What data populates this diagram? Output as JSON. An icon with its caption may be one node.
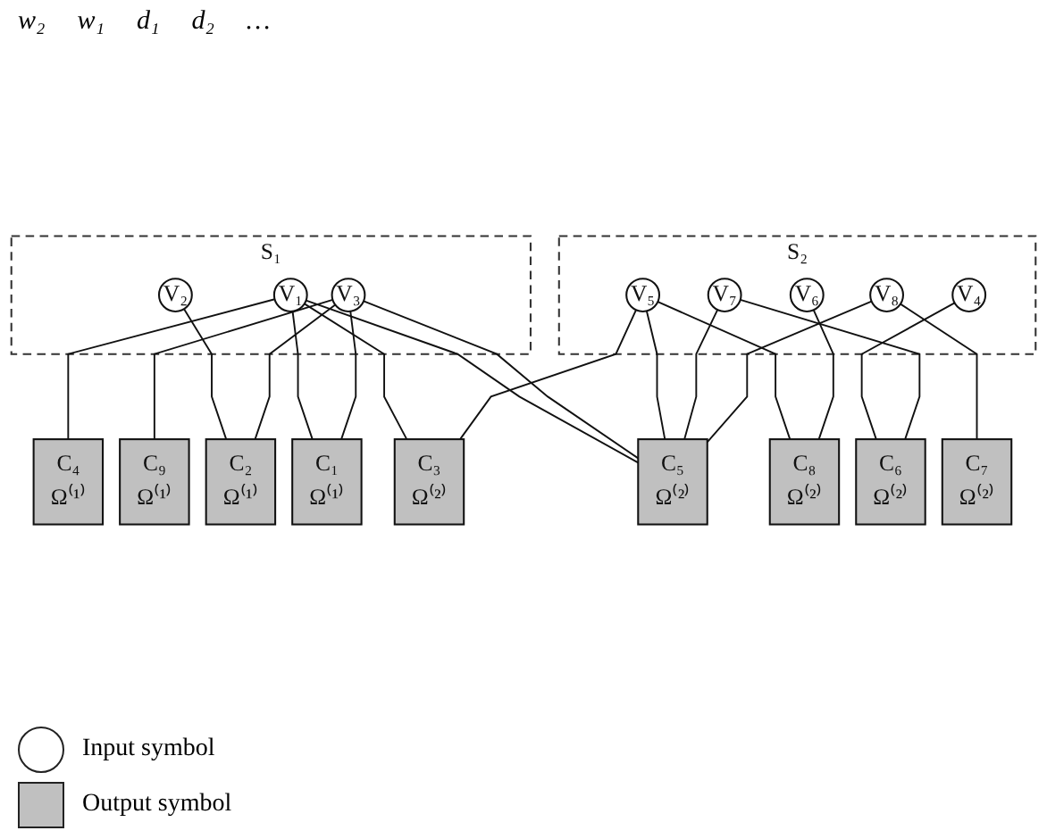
{
  "diagram": {
    "nodes": [
      {
        "text": [
          "S₁"
        ]
      },
      {
        "text": [
          "V₁"
        ],
        "in": 0
      },
      {
        "text": [
          "V₂"
        ],
        "in": 0
      },
      {
        "text": [
          "V₃"
        ],
        "in": 0
      },
      {
        "text": [
          "S₂"
        ]
      },
      {
        "text": [
          "V₄"
        ],
        "in": 4
      },
      {
        "text": [
          "V₅"
        ],
        "in": 4
      },
      {
        "text": [
          "V₆"
        ],
        "in": 4
      },
      {
        "text": [
          "V₇"
        ],
        "in": 4
      },
      {
        "text": [
          "V₈"
        ],
        "in": 4
      },
      {
        "text": [
          "C₁",
          "Ω⁽¹⁾"
        ]
      },
      {
        "text": [
          "C₂",
          "Ω⁽¹⁾"
        ]
      },
      {
        "text": [
          "C₃",
          "Ω⁽²⁾"
        ]
      },
      {
        "text": [
          "C₄",
          "Ω⁽¹⁾"
        ]
      },
      {
        "text": [
          "C₅",
          "Ω⁽²⁾"
        ]
      },
      {
        "text": [
          "C₆",
          "Ω⁽²⁾"
        ]
      },
      {
        "text": [
          "C₇",
          "Ω⁽²⁾"
        ]
      },
      {
        "text": [
          "C₈",
          "Ω⁽²⁾"
        ]
      },
      {
        "text": [
          "C₉",
          "Ω⁽¹⁾"
        ]
      }
    ],
    "edges": [
      {
        "from": 1,
        "to": 10,
        "arrow": "none"
      },
      {
        "from": 1,
        "to": 12,
        "arrow": "none"
      },
      {
        "from": 1,
        "to": 13,
        "arrow": "none"
      },
      {
        "from": 1,
        "to": 14,
        "arrow": "none"
      },
      {
        "from": 2,
        "to": 11,
        "arrow": "none"
      },
      {
        "from": 3,
        "to": 10,
        "arrow": "none"
      },
      {
        "from": 3,
        "to": 11,
        "arrow": "none"
      },
      {
        "from": 3,
        "to": 14,
        "arrow": "none"
      },
      {
        "from": 3,
        "to": 18,
        "arrow": "none"
      },
      {
        "from": 5,
        "to": 15,
        "arrow": "none"
      },
      {
        "from": 6,
        "to": 12,
        "arrow": "none"
      },
      {
        "from": 6,
        "to": 14,
        "arrow": "none"
      },
      {
        "from": 6,
        "to": 17,
        "arrow": "none"
      },
      {
        "from": 7,
        "to": 17,
        "arrow": "none"
      },
      {
        "from": 8,
        "to": 14,
        "arrow": "none"
      },
      {
        "from": 8,
        "to": 15,
        "arrow": "none"
      },
      {
        "from": 9,
        "to": 14,
        "arrow": "none"
      },
      {
        "from": 9,
        "to": 16,
        "arrow": "none"
      }
    ],
    "labels": [
      "w₂",
      "w₁",
      "d₁",
      "d₂",
      "…"
    ],
    "legend": [
      {
        "text": "Input symbol",
        "color": "#ffffff"
      },
      {
        "text": "Output symbol",
        "color": "#c0c0c0"
      }
    ]
  }
}
